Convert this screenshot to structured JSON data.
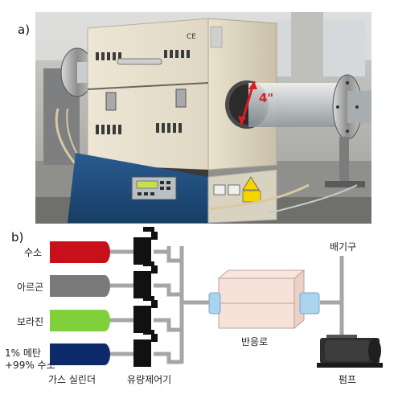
{
  "panel_a": {
    "label": "a)",
    "dimension_label": "4\"",
    "ce_mark": "CE"
  },
  "panel_b": {
    "label": "b)",
    "gases": [
      {
        "label": "수소",
        "color": "#c8101a"
      },
      {
        "label": "아르곤",
        "color": "#7a7a7a"
      },
      {
        "label": "보라진",
        "color": "#7fd03a"
      },
      {
        "label_line1": "1% 메탄",
        "label_line2": "+99% 수소",
        "color": "#0f2a6b"
      }
    ],
    "cylinder_caption": "가스 실린더",
    "mfc_caption": "유량제어기",
    "reactor_caption": "반응로",
    "exhaust_caption": "배기구",
    "pump_caption": "펌프"
  }
}
